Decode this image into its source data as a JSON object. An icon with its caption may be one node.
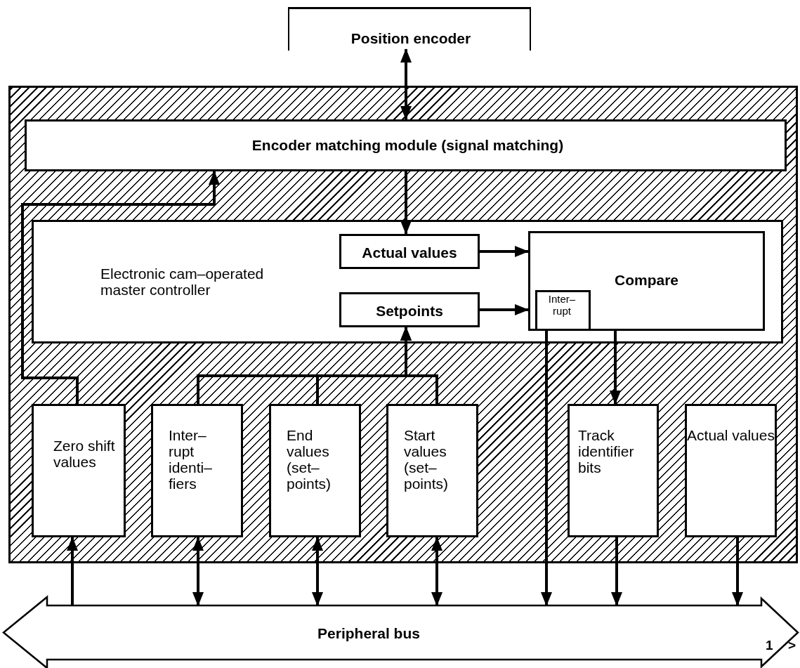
{
  "diagram": {
    "nodes": [
      {
        "text": [
          "Position encoder"
        ]
      },
      {
        "text": [],
        "shape": "box"
      },
      {
        "text": [
          "Encoder matching module (signal matching)"
        ],
        "in": 1
      },
      {
        "text": [
          "Electronic cam–operated master controller"
        ],
        "in": 1
      },
      {
        "text": [
          "Actual values"
        ],
        "in": 3
      },
      {
        "text": [
          "Setpoints"
        ],
        "in": 3
      },
      {
        "text": [
          "Compare"
        ],
        "in": 3
      },
      {
        "text": [
          "Inter– rupt"
        ],
        "in": 6
      },
      {
        "text": [
          "Zero shift values"
        ],
        "in": 1
      },
      {
        "text": [
          "Inter– rupt identi– fiers"
        ],
        "in": 1
      },
      {
        "text": [
          "End values (set– points)"
        ],
        "in": 1
      },
      {
        "text": [
          "Start values (set– points)"
        ],
        "in": 1
      },
      {
        "text": [
          "Track identifier bits"
        ],
        "in": 1
      },
      {
        "text": [
          "Actual values"
        ],
        "in": 1
      },
      {
        "text": [
          "Peripheral bus"
        ]
      }
    ],
    "edges": [
      {
        "from": 0,
        "to": 2,
        "arrow": "both"
      },
      {
        "from": 2,
        "to": 4,
        "arrow": "to"
      },
      {
        "from": 4,
        "to": 6,
        "arrow": "to"
      },
      {
        "from": 5,
        "to": 6,
        "arrow": "to"
      },
      {
        "from": 8,
        "to": 2,
        "arrow": "to"
      },
      {
        "from": 9,
        "to": 5,
        "arrow": "to"
      },
      {
        "from": 10,
        "to": 5,
        "arrow": "to"
      },
      {
        "from": 11,
        "to": 5,
        "arrow": "to"
      },
      {
        "from": 6,
        "to": 12,
        "arrow": "to"
      },
      {
        "from": 7,
        "to": 14,
        "arrow": "to"
      },
      {
        "from": 14,
        "to": 8,
        "arrow": "to"
      },
      {
        "from": 9,
        "to": 14,
        "arrow": "both"
      },
      {
        "from": 10,
        "to": 14,
        "arrow": "both"
      },
      {
        "from": 11,
        "to": 14,
        "arrow": "both"
      },
      {
        "from": 12,
        "to": 14,
        "arrow": "to"
      },
      {
        "from": 13,
        "to": 14,
        "arrow": "to"
      }
    ],
    "labels": [
      "1",
      ">"
    ]
  }
}
